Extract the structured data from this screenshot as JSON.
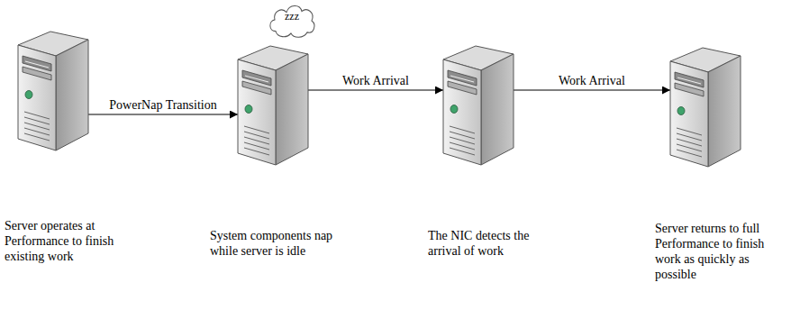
{
  "diagram": {
    "nodes": [
      {
        "text": [
          "Server operates at Performance to finish existing work"
        ]
      },
      {
        "text": [
          "zzz"
        ]
      },
      {
        "text": [
          "System components nap while server is idle"
        ]
      },
      {
        "text": [
          "The NIC detects the arrival of work"
        ]
      },
      {
        "text": [
          "Server returns to full Performance to finish work as quickly as possible"
        ]
      }
    ],
    "edges": [
      {
        "from": 0,
        "to": 2,
        "arrow": "to",
        "label": "PowerNap Transition"
      },
      {
        "from": 2,
        "to": 3,
        "arrow": "to",
        "label": "Work Arrival"
      },
      {
        "from": 3,
        "to": 4,
        "arrow": "to",
        "label": "Work Arrival"
      }
    ]
  }
}
